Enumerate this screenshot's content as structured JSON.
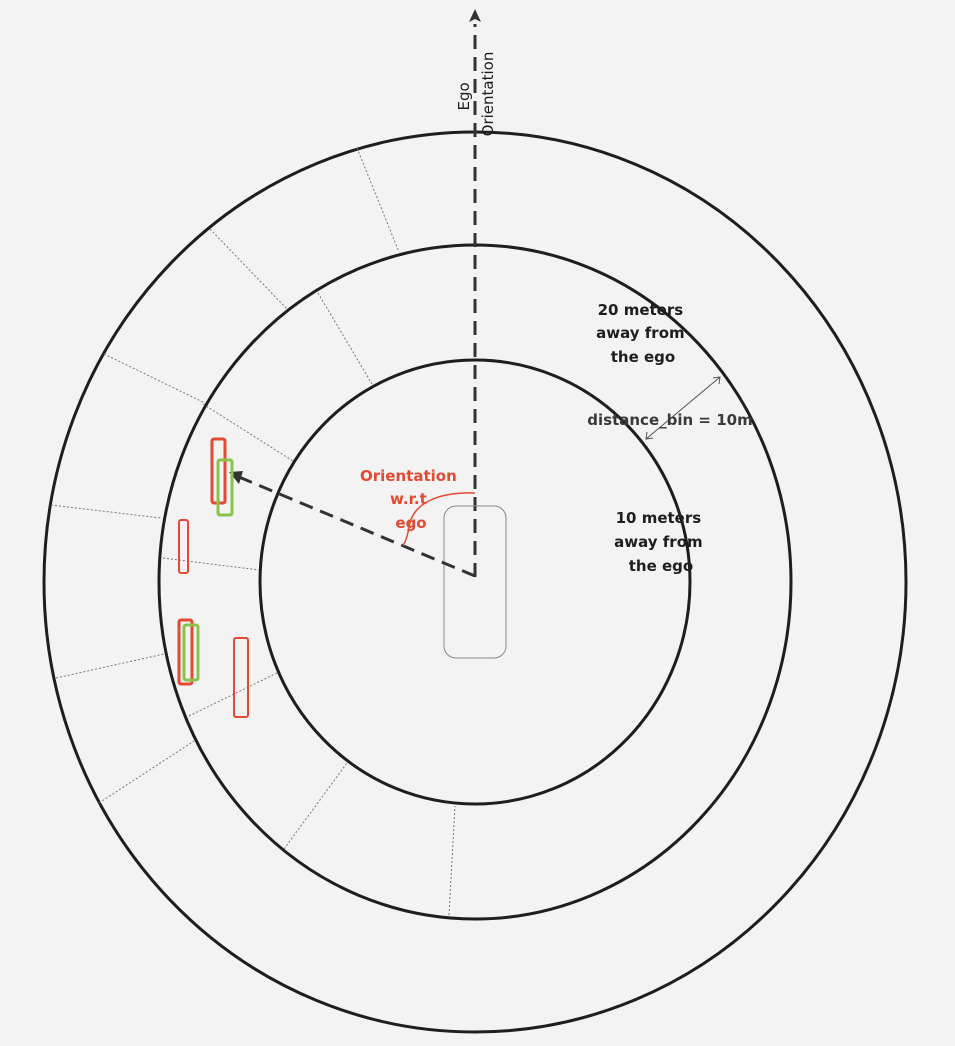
{
  "diagram": {
    "ego_orientation_label": {
      "line1": "Ego",
      "line2": "Orientation"
    },
    "ring_20m_label": {
      "line1": "20 meters",
      "line2": "away from",
      "line3": "the ego"
    },
    "ring_10m_label": {
      "line1": "10 meters",
      "line2": "away from",
      "line3": "the ego"
    },
    "distance_bin_label": "distance_bin = 10m",
    "relative_orientation_label": {
      "line1": "Orientation",
      "line2": "w.r.t",
      "line3": "ego"
    },
    "colors": {
      "background": "#f3f3f3",
      "ring_stroke": "#1e1e1e",
      "sector_line": "#777777",
      "ego_vehicle": "#888888",
      "detection_red": "#e24a33",
      "detection_green": "#8bc34a",
      "annotation_red": "#e24a33",
      "arrow": "#333333"
    },
    "icons": {
      "ego_vehicle": "rounded-rectangle",
      "ego_arrow": "dashed-arrow-up",
      "object_arrow": "dashed-arrow"
    }
  }
}
